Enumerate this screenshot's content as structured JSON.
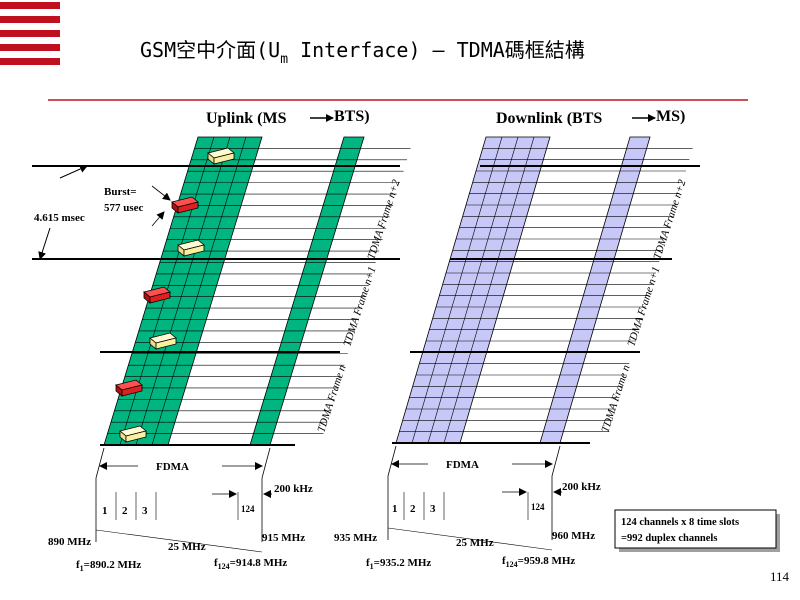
{
  "title": {
    "prefix": "GSM空中介面(U",
    "subscript": "m",
    "suffix": " Interface) – TDMA碼框結構"
  },
  "uplink": {
    "heading_left": "Uplink (MS",
    "heading_right": "BTS)",
    "burst_label_line1": "Burst=",
    "burst_label_line2": "577 usec",
    "frame_period": "4.615 msec",
    "frame_labels": [
      "TDMA Frame n",
      "TDMA Frame n+1",
      "TDMA Frame n+2"
    ],
    "fdma_label": "FDMA",
    "spacing_label": "200 kHz",
    "channel_numbers": [
      "1",
      "2",
      "3",
      "124"
    ],
    "band_start": "890 MHz",
    "band_end": "915 MHz",
    "bandwidth": "25 MHz",
    "f1_label": "f",
    "f1_sub": "1",
    "f1_value": "=890.2 MHz",
    "f124_label": "f",
    "f124_sub": "124",
    "f124_value": "=914.8 MHz"
  },
  "downlink": {
    "heading_left": "Downlink (BTS",
    "heading_right": "MS)",
    "frame_labels": [
      "TDMA Frame n",
      "TDMA Frame n+1",
      "TDMA Frame n+2"
    ],
    "fdma_label": "FDMA",
    "spacing_label": "200 kHz",
    "channel_numbers": [
      "1",
      "2",
      "3",
      "124"
    ],
    "band_start": "935 MHz",
    "band_end": "960 MHz",
    "bandwidth": "25 MHz",
    "f1_label": "f",
    "f1_sub": "1",
    "f1_value": "=935.2 MHz",
    "f124_label": "f",
    "f124_sub": "124",
    "f124_value": "=959.8 MHz"
  },
  "summary_box": {
    "line1": "124 channels x 8 time slots",
    "line2": "=992 duplex channels"
  },
  "page_number": "114",
  "colors": {
    "uplink_fill": "#00b580",
    "downlink_fill": "#c8c8f8",
    "burst_red": "#e02020",
    "burst_yellow": "#f8f0a0",
    "accent_red": "#c01020"
  }
}
